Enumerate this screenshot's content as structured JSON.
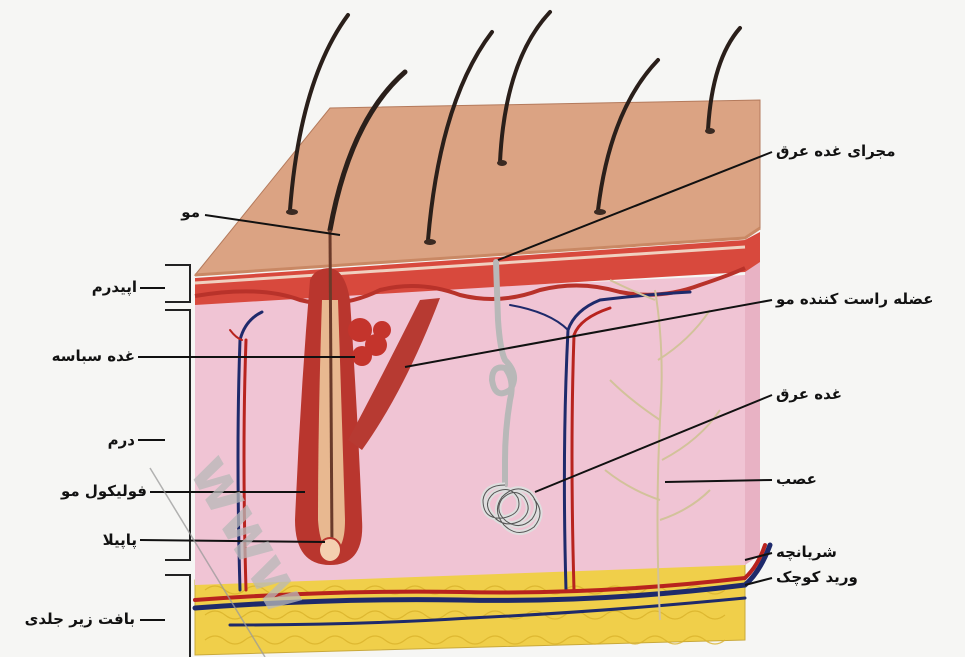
{
  "labels_left": {
    "hair": "مو",
    "epidermis": "اپیدرم",
    "sebaceous_gland": "غده سباسه",
    "dermis": "درم",
    "hair_follicle": "فولیکول مو",
    "papilla": "پاپیلا",
    "subcutaneous_tissue": "بافت زیر جلدی"
  },
  "labels_right": {
    "sweat_duct": "مجرای غده عرق",
    "arrector_pili": "عضله راست کننده مو",
    "sweat_gland": "غده عرق",
    "nerve": "عصب",
    "arteriole": "شریانچه",
    "venule": "ورید کوچک"
  },
  "watermark": "www",
  "colors": {
    "epidermis_top": "#d9a07f",
    "dermis": "#f0c6d6",
    "dermis_red_band": "#d44a3e",
    "follicle": "#b9362e",
    "subcutaneous_fat": "#f2d04a",
    "vein": "#1e2a6b",
    "artery": "#b8231e",
    "nerve": "#d8c8a0",
    "sweat_gland": "#c9c9c9"
  }
}
